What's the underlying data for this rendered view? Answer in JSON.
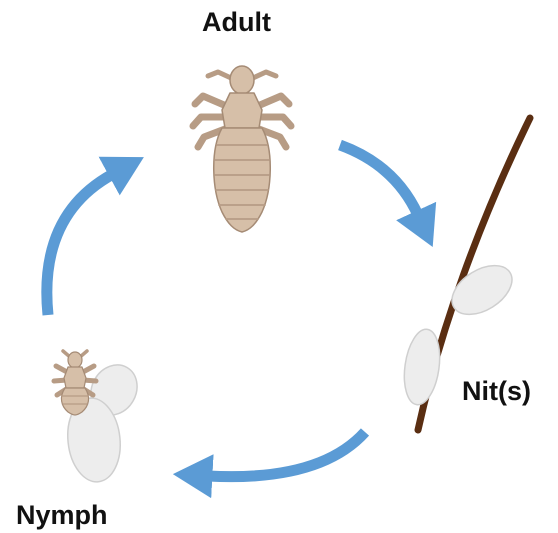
{
  "labels": {
    "adult": "Adult",
    "nits": "Nit(s)",
    "nymph": "Nymph"
  },
  "colors": {
    "arrow": "#5b9bd5",
    "louse_body": "#d6bfa8",
    "louse_outline": "#a58b75",
    "louse_segment": "#b79c85",
    "hair": "#5a2e12",
    "egg_fill": "#ededed",
    "egg_outline": "#cfcfcf"
  },
  "icons": {
    "adult": "adult-louse-icon",
    "nymph": "nymph-louse-icon",
    "hair": "hair-strand-icon",
    "egg": "nit-egg-icon"
  }
}
